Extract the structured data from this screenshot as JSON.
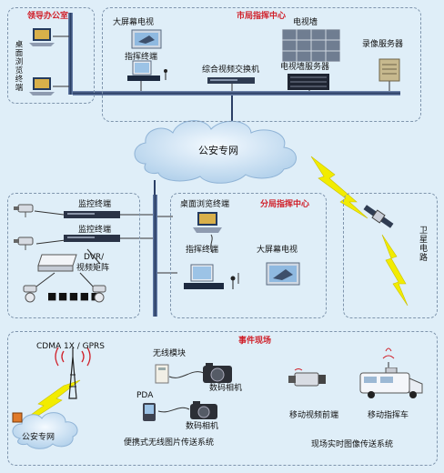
{
  "colors": {
    "background": "#dfeef8",
    "zone_border": "#7f95ad",
    "zone_title": "#d0202a",
    "bus": "#2b3f66",
    "lightning": "#f0e800",
    "cloud": "#bcd8ef"
  },
  "leader_office": {
    "title": "领导办公室",
    "terminal_label": "桌面浏览终端"
  },
  "city_center": {
    "title": "市局指挥中心",
    "big_screen": "大屏幕电视",
    "command_terminal": "指挥终端",
    "video_switch": "综合视频交换机",
    "tv_wall": "电视墙",
    "tv_wall_server": "电视墙服务器",
    "recording_server": "录像服务器"
  },
  "network": {
    "main_cloud": "公安专网",
    "small_cloud": "公安专网"
  },
  "monitoring": {
    "terminal_1": "监控终端",
    "terminal_2": "监控终端",
    "dvr": "DVR/",
    "matrix": "视频矩阵"
  },
  "branch_center": {
    "title": "分局指挥中心",
    "desktop_terminal": "桌面浏览终端",
    "command_terminal": "指挥终端",
    "big_screen": "大屏幕电视"
  },
  "satellite": {
    "label": "卫星电路"
  },
  "incident_site": {
    "title": "事件现场",
    "cdma": "CDMA 1X / GPRS",
    "wireless_module": "无线模块",
    "pda": "PDA",
    "camera_1": "数码相机",
    "camera_2": "数码相机",
    "portable_system": "便携式无线图片传送系统",
    "mobile_front": "移动视频前端",
    "mobile_vehicle": "移动指挥车",
    "realtime_system": "现场实时图像传送系统"
  }
}
